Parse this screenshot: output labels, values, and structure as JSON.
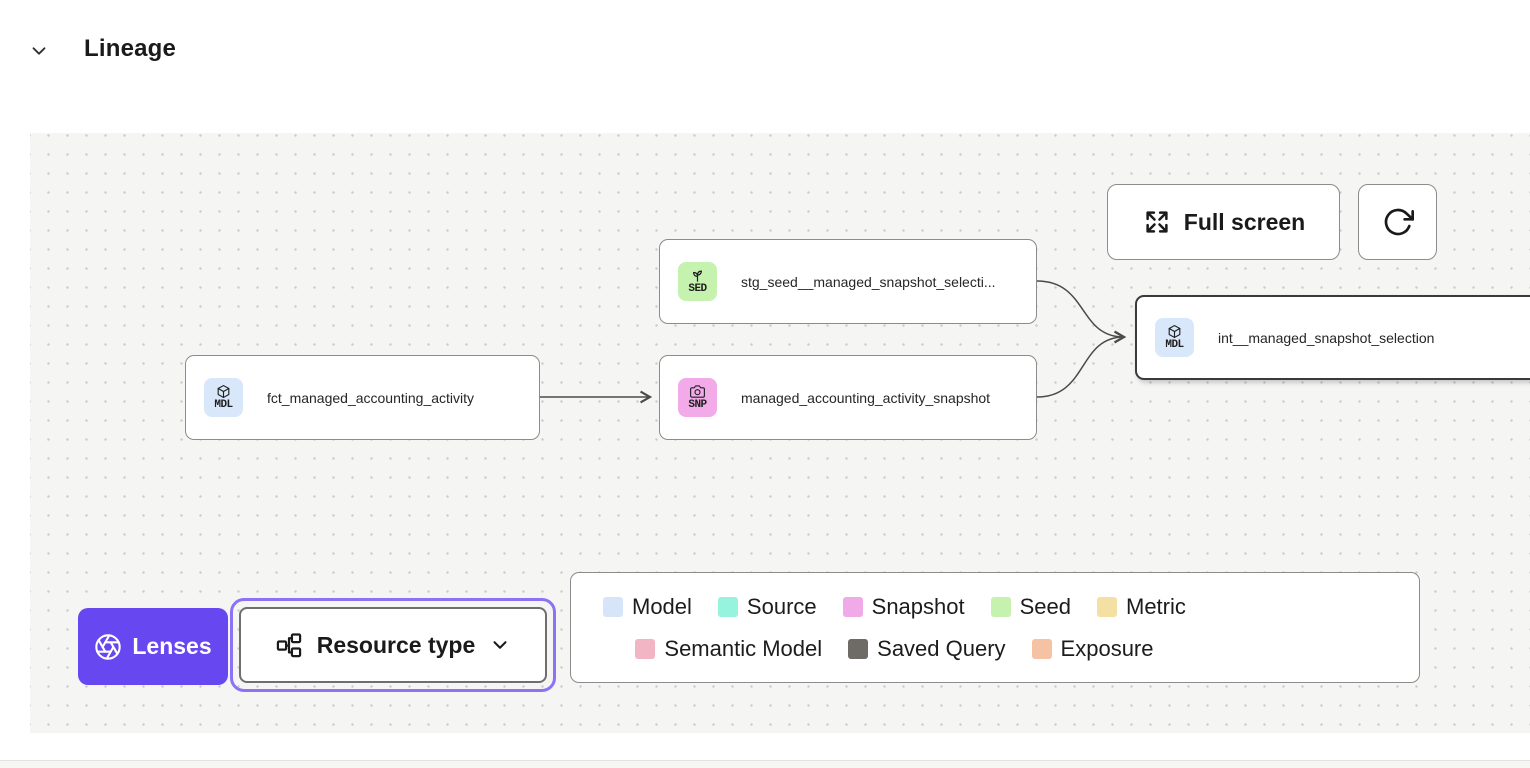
{
  "header": {
    "title": "Lineage"
  },
  "toolbar": {
    "full_screen_label": "Full screen"
  },
  "nodes": [
    {
      "badge": "SED",
      "badge_color": "#c5f2ae",
      "icon": "seedling-icon",
      "label": "stg_seed__managed_snapshot_selecti..."
    },
    {
      "badge": "MDL",
      "badge_color": "#d9e7fa",
      "icon": "cube-icon",
      "label": "fct_managed_accounting_activity"
    },
    {
      "badge": "SNP",
      "badge_color": "#f2abe8",
      "icon": "camera-icon",
      "label": "managed_accounting_activity_snapshot"
    },
    {
      "badge": "MDL",
      "badge_color": "#d9e7fa",
      "icon": "cube-icon",
      "label": "int__managed_snapshot_selection",
      "selected": true
    }
  ],
  "controls": {
    "lenses_label": "Lenses",
    "resource_type_label": "Resource type"
  },
  "legend": {
    "rows": [
      [
        {
          "label": "Model",
          "color": "#d7e5f8"
        },
        {
          "label": "Source",
          "color": "#97f2de"
        },
        {
          "label": "Snapshot",
          "color": "#f0aae8"
        },
        {
          "label": "Seed",
          "color": "#c5f2ae"
        },
        {
          "label": "Metric",
          "color": "#f5e0a3"
        }
      ],
      [
        {
          "label": "Semantic Model",
          "color": "#f2b5c4"
        },
        {
          "label": "Saved Query",
          "color": "#6e6a65"
        },
        {
          "label": "Exposure",
          "color": "#f5c3a3"
        }
      ]
    ]
  },
  "colors": {
    "lenses_purple": "#6748f0",
    "focus_ring_purple": "#8d72f5",
    "canvas_background": "#f5f5f3",
    "edge_stroke": "#4b4b4b",
    "node_border": "#8c8c8c",
    "selected_node_border": "#3a3a3a"
  }
}
